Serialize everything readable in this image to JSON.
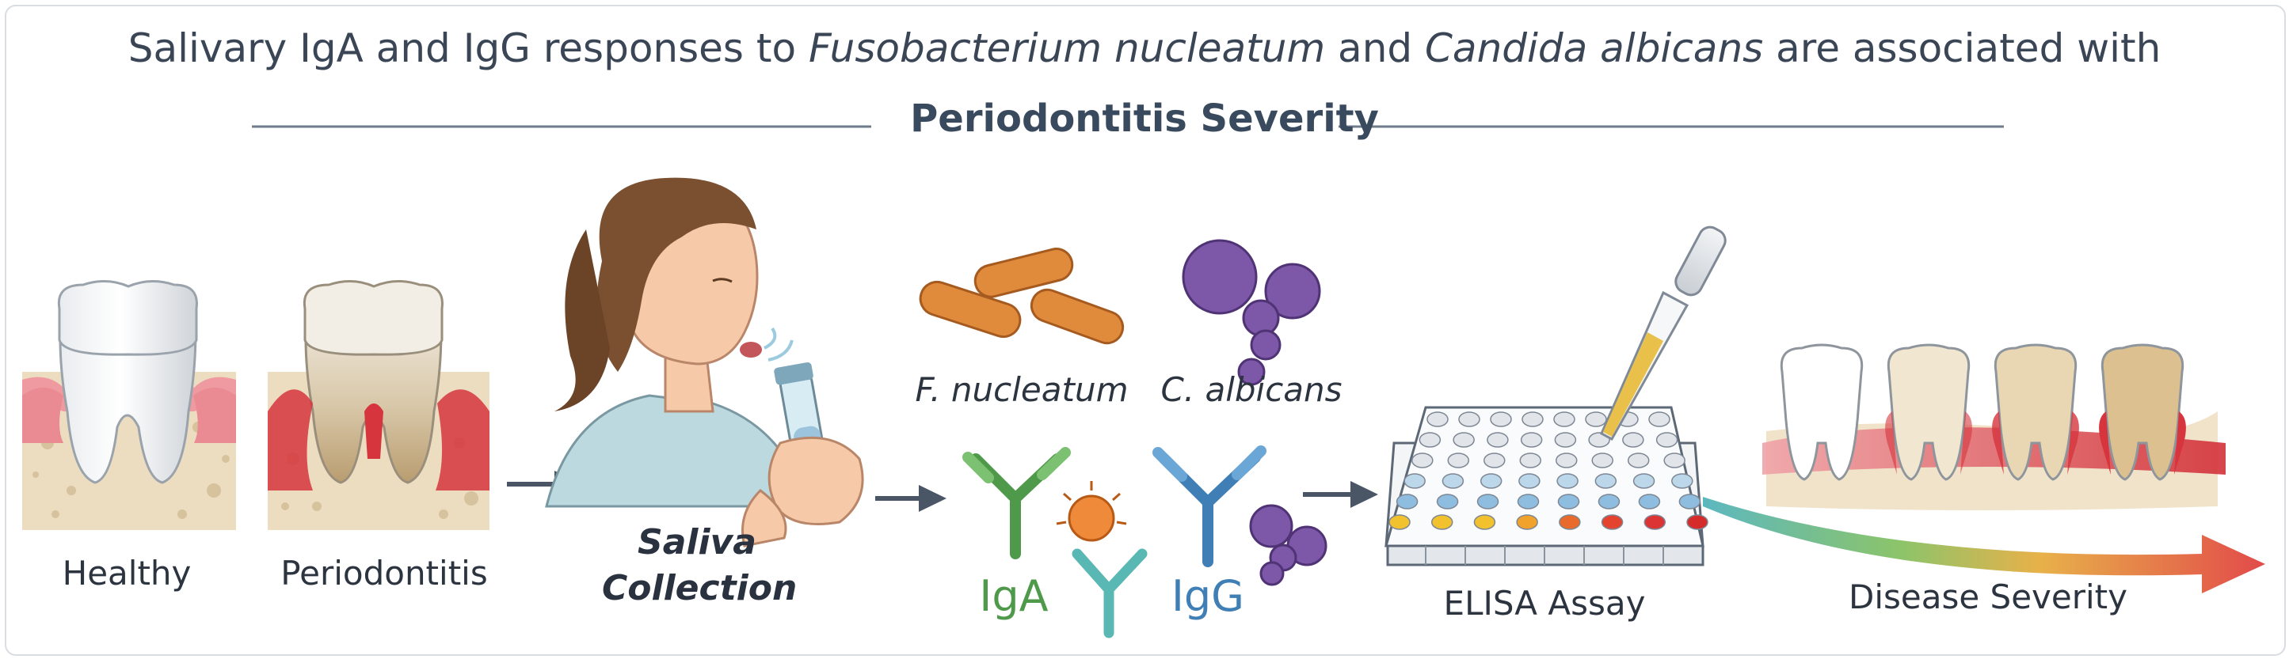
{
  "title": {
    "part1": "Salivary IgA and IgG responses to ",
    "organism1": "Fusobacterium nucleatum",
    "part2": " and ",
    "organism2": "Candida albicans",
    "part3": " are associated with"
  },
  "subtitle": "Periodontitis Severity",
  "labels": {
    "healthy": "Healthy",
    "periodontitis": "Periodontitis",
    "saliva_line1": "Saliva",
    "saliva_line2": "Collection",
    "f_nucleatum": "F. nucleatum",
    "c_albicans": "C. albicans",
    "iga": "IgA",
    "igg": "IgG",
    "elisa": "ELISA Assay",
    "disease_severity": "Disease Severity"
  },
  "colors": {
    "iga": "#4f9a4a",
    "igg": "#3f7fb5",
    "bacteria": "#e08a3c",
    "candida": "#7d57a8",
    "gum": "#e3747c",
    "inflamed_gum": "#d8323a",
    "severity_start": "#5cb8c0",
    "severity_end": "#e24a4a"
  }
}
